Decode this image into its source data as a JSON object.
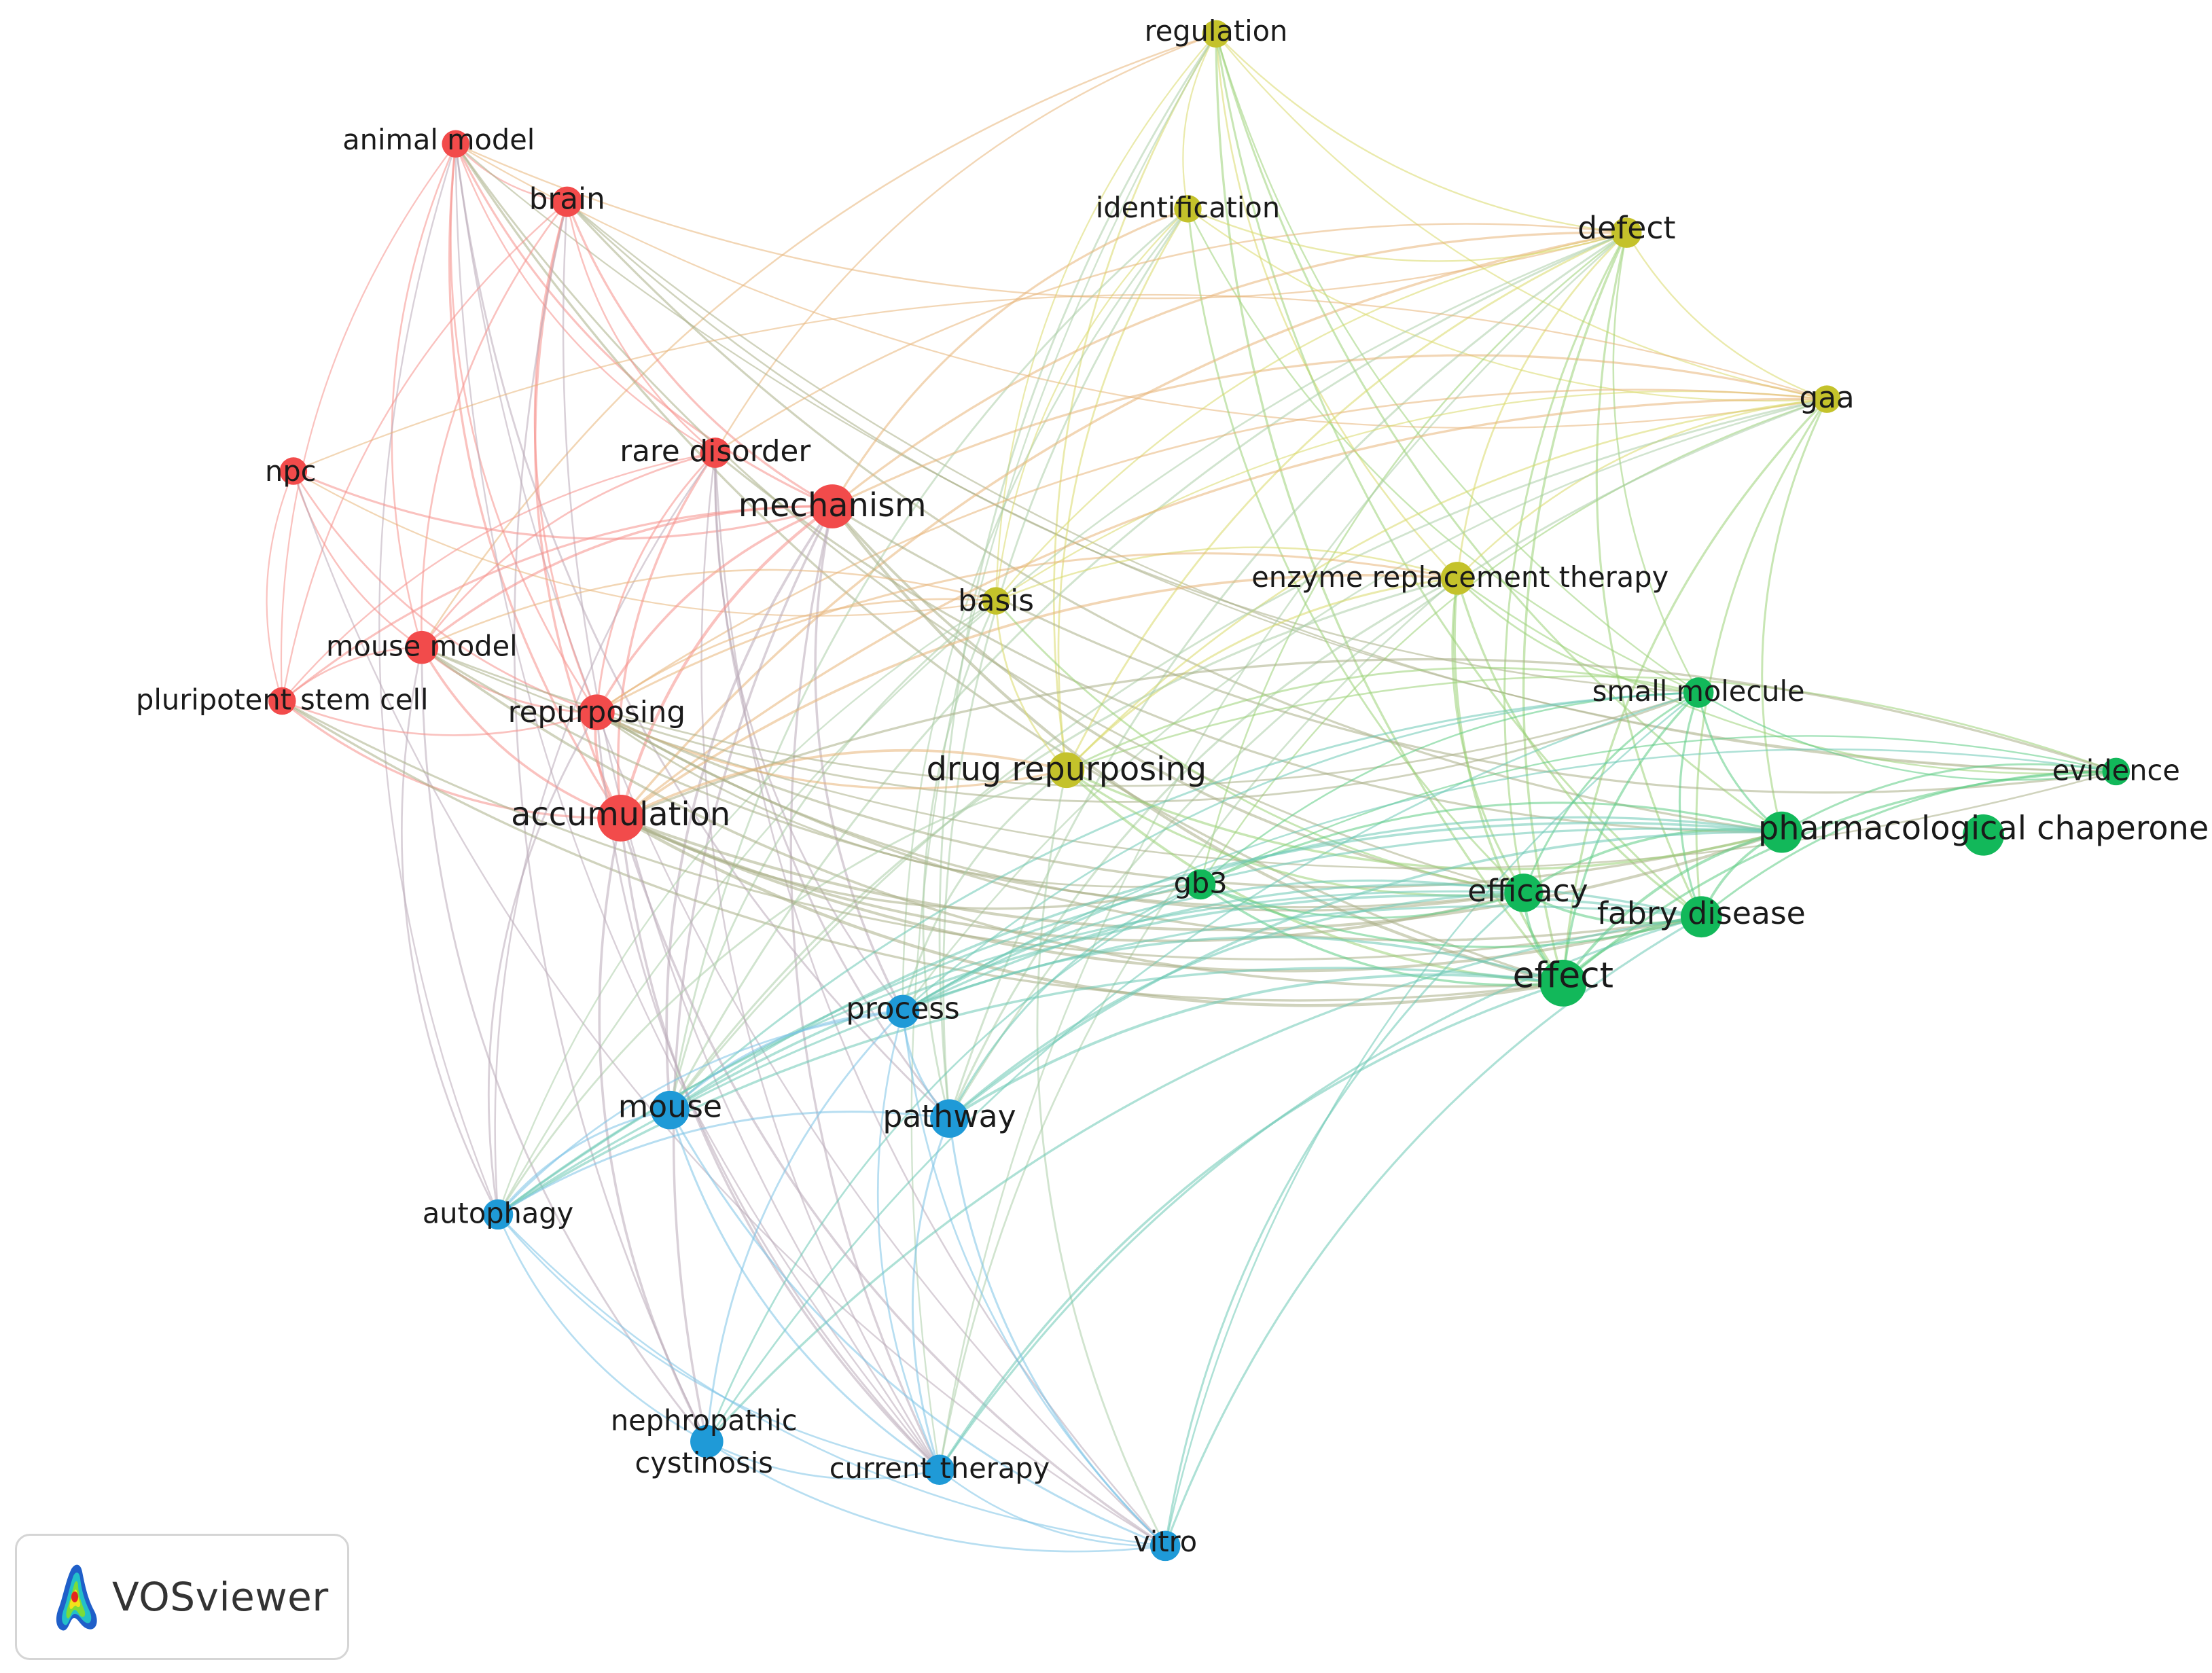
{
  "brand": {
    "name": "VOSviewer",
    "logo_icon": "vosviewer-density-logo-icon"
  },
  "clusters": {
    "red": {
      "color": "#f24b4b",
      "edge_color": "#f58f8a"
    },
    "yellow": {
      "color": "#c4c22b",
      "edge_color": "#d9d868"
    },
    "green": {
      "color": "#12b85a",
      "edge_color": "#5ccc84"
    },
    "blue": {
      "color": "#1f9ad7",
      "edge_color": "#7cc3e6"
    }
  },
  "nodes": [
    {
      "id": "regulation",
      "label": "regulation",
      "cluster": "yellow",
      "weight": 1
    },
    {
      "id": "animal-model",
      "label": "animal model",
      "cluster": "red",
      "weight": 1
    },
    {
      "id": "brain",
      "label": "brain",
      "cluster": "red",
      "weight": 1.1
    },
    {
      "id": "identification",
      "label": "identification",
      "cluster": "yellow",
      "weight": 1
    },
    {
      "id": "defect",
      "label": "defect",
      "cluster": "yellow",
      "weight": 1.1
    },
    {
      "id": "gaa",
      "label": "gaa",
      "cluster": "yellow",
      "weight": 1
    },
    {
      "id": "npc",
      "label": "npc",
      "cluster": "red",
      "weight": 1
    },
    {
      "id": "rare-disorder",
      "label": "rare disorder",
      "cluster": "red",
      "weight": 1.1
    },
    {
      "id": "mechanism",
      "label": "mechanism",
      "cluster": "red",
      "weight": 1.6
    },
    {
      "id": "enzyme-replacement-therapy",
      "label": "enzyme replacement therapy",
      "cluster": "yellow",
      "weight": 1.2
    },
    {
      "id": "basis",
      "label": "basis",
      "cluster": "yellow",
      "weight": 1
    },
    {
      "id": "mouse-model",
      "label": "mouse model",
      "cluster": "red",
      "weight": 1.2
    },
    {
      "id": "pluripotent-stem-cell",
      "label": "pluripotent stem cell",
      "cluster": "red",
      "weight": 1
    },
    {
      "id": "repurposing",
      "label": "repurposing",
      "cluster": "red",
      "weight": 1.3
    },
    {
      "id": "small-molecule",
      "label": "small molecule",
      "cluster": "green",
      "weight": 1.1
    },
    {
      "id": "evidence",
      "label": "evidence",
      "cluster": "green",
      "weight": 1
    },
    {
      "id": "drug-repurposing",
      "label": "drug repurposing",
      "cluster": "yellow",
      "weight": 1.3
    },
    {
      "id": "accumulation",
      "label": "accumulation",
      "cluster": "red",
      "weight": 1.7
    },
    {
      "id": "pharmacological-chaperone",
      "label": "pharmacological chaperone",
      "cluster": "green",
      "weight": 1.5
    },
    {
      "id": "gb3",
      "label": "gb3",
      "cluster": "green",
      "weight": 1.1
    },
    {
      "id": "efficacy",
      "label": "efficacy",
      "cluster": "green",
      "weight": 1.4
    },
    {
      "id": "fabry-disease",
      "label": "fabry disease",
      "cluster": "green",
      "weight": 1.5
    },
    {
      "id": "effect",
      "label": "effect",
      "cluster": "green",
      "weight": 1.7
    },
    {
      "id": "process",
      "label": "process",
      "cluster": "blue",
      "weight": 1.2
    },
    {
      "id": "mouse",
      "label": "mouse",
      "cluster": "blue",
      "weight": 1.4
    },
    {
      "id": "pathway",
      "label": "pathway",
      "cluster": "blue",
      "weight": 1.4
    },
    {
      "id": "autophagy",
      "label": "autophagy",
      "cluster": "blue",
      "weight": 1.1
    },
    {
      "id": "nephropathic-cystinosis",
      "label": "nephropathic cystinosis",
      "label_lines": [
        "nephropathic",
        "cystinosis"
      ],
      "cluster": "blue",
      "weight": 1.2
    },
    {
      "id": "current-therapy",
      "label": "current therapy",
      "cluster": "blue",
      "weight": 1.1
    },
    {
      "id": "vitro",
      "label": "vitro",
      "cluster": "blue",
      "weight": 1.1
    }
  ]
}
